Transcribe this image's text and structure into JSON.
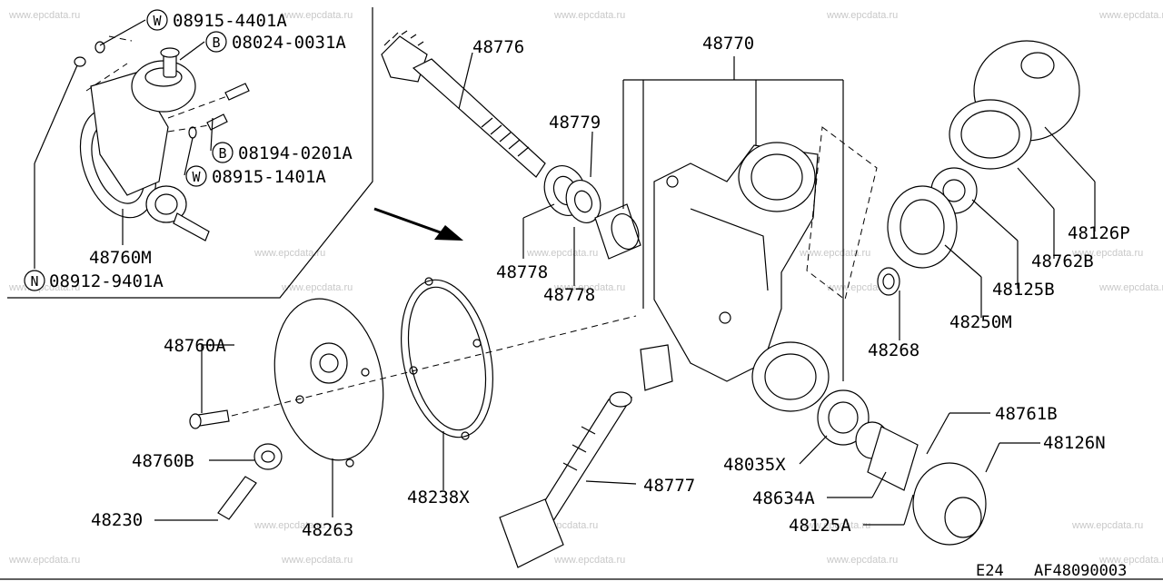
{
  "watermark": "www.epcdata.ru",
  "footer": {
    "left": "E24",
    "right": "AF48090003"
  },
  "callouts": {
    "w_08915_4401a": {
      "prefix": "W",
      "number": "08915-4401A"
    },
    "b_08024_0031a": {
      "prefix": "B",
      "number": "08024-0031A"
    },
    "b_08194_0201a": {
      "prefix": "B",
      "number": "08194-0201A"
    },
    "w_08915_1401a": {
      "prefix": "W",
      "number": "08915-1401A"
    },
    "n_08912_9401a": {
      "prefix": "N",
      "number": "08912-9401A"
    }
  },
  "parts": {
    "p48760m": "48760M",
    "p48776": "48776",
    "p48779": "48779",
    "p48778a": "48778",
    "p48778b": "48778",
    "p48770": "48770",
    "p48126p": "48126P",
    "p48762b": "48762B",
    "p48125b": "48125B",
    "p48250m": "48250M",
    "p48268": "48268",
    "p48760a": "48760A",
    "p48760b": "48760B",
    "p48230": "48230",
    "p48263": "48263",
    "p48238x": "48238X",
    "p48777": "48777",
    "p48761b": "48761B",
    "p48126n": "48126N",
    "p48035x": "48035X",
    "p48634a": "48634A",
    "p48125a": "48125A"
  }
}
